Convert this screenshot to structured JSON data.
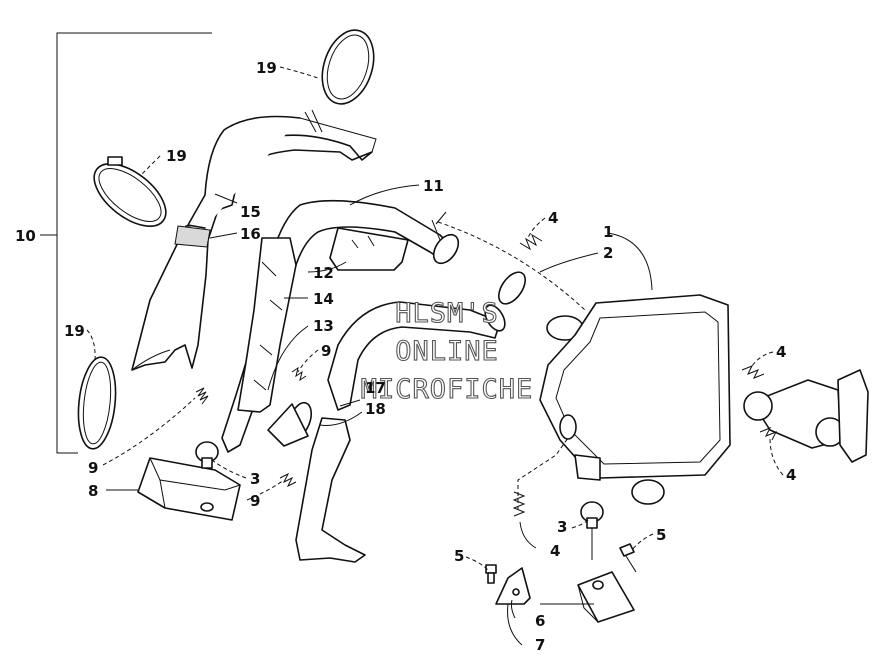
{
  "watermark": {
    "line1": "HLSM'S",
    "line2": "ONLINE",
    "line3": "MICROFICHE"
  },
  "callouts": [
    {
      "id": "c10",
      "label": "10"
    },
    {
      "id": "c19a",
      "label": "19"
    },
    {
      "id": "c19b",
      "label": "19"
    },
    {
      "id": "c15",
      "label": "15"
    },
    {
      "id": "c16",
      "label": "16"
    },
    {
      "id": "c19c",
      "label": "19"
    },
    {
      "id": "c9a",
      "label": "9"
    },
    {
      "id": "c8",
      "label": "8"
    },
    {
      "id": "c3a",
      "label": "3"
    },
    {
      "id": "c9b",
      "label": "9"
    },
    {
      "id": "c11",
      "label": "11"
    },
    {
      "id": "c12",
      "label": "12"
    },
    {
      "id": "c14",
      "label": "14"
    },
    {
      "id": "c13",
      "label": "13"
    },
    {
      "id": "c9c",
      "label": "9"
    },
    {
      "id": "c17",
      "label": "17"
    },
    {
      "id": "c18",
      "label": "18"
    },
    {
      "id": "c4a",
      "label": "4"
    },
    {
      "id": "c1",
      "label": "1"
    },
    {
      "id": "c2",
      "label": "2"
    },
    {
      "id": "c4b",
      "label": "4"
    },
    {
      "id": "c4c",
      "label": "4"
    },
    {
      "id": "c3b",
      "label": "3"
    },
    {
      "id": "c5a",
      "label": "5"
    },
    {
      "id": "c4d",
      "label": "4"
    },
    {
      "id": "c5b",
      "label": "5"
    },
    {
      "id": "c6",
      "label": "6"
    },
    {
      "id": "c7",
      "label": "7"
    }
  ]
}
